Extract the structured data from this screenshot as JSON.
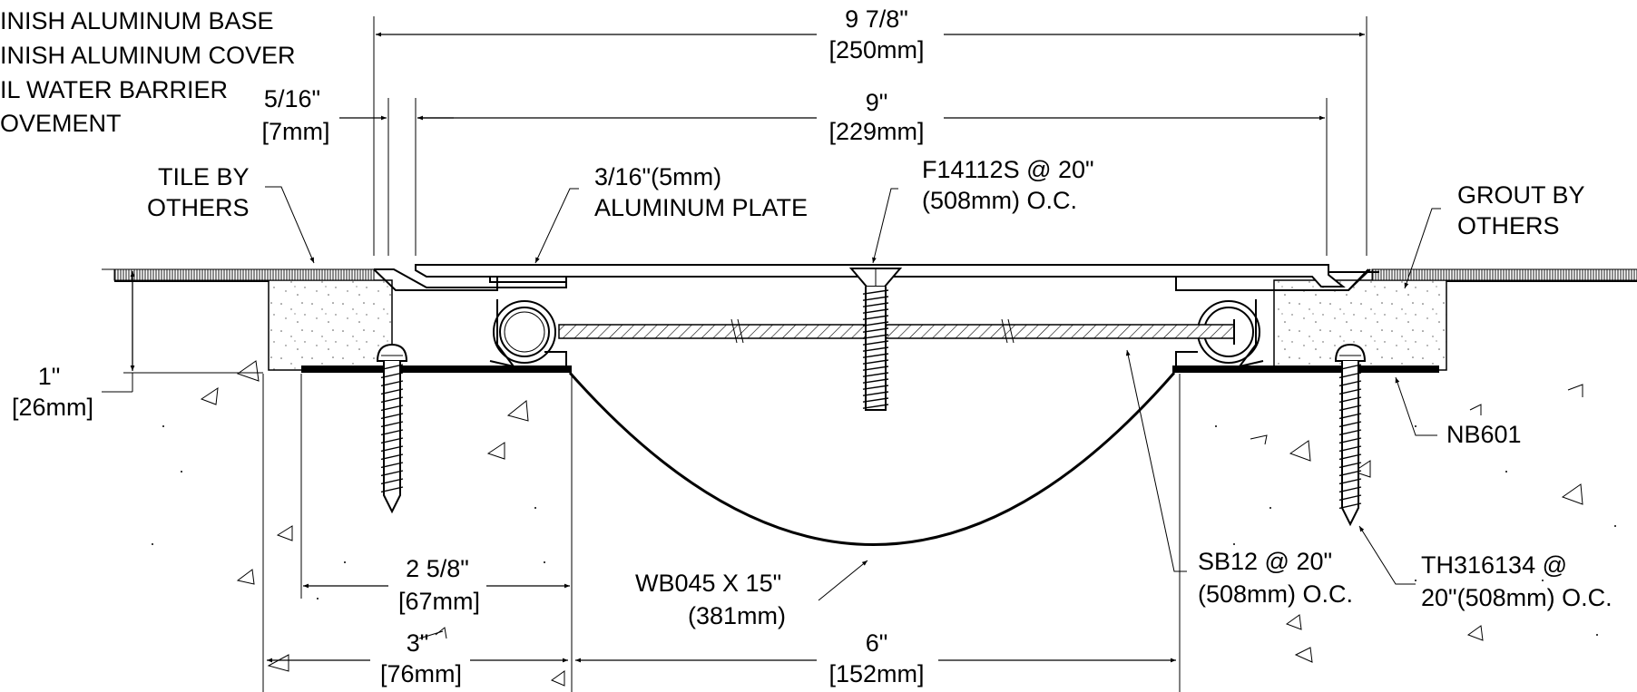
{
  "legend": {
    "line1": "INISH ALUMINUM BASE",
    "line2": "INISH ALUMINUM COVER",
    "line3": "IL WATER BARRIER",
    "line4": "OVEMENT"
  },
  "dimensions": {
    "overall": {
      "imperial": "9 7/8\"",
      "metric": "[250mm]"
    },
    "gap": {
      "imperial": "5/16\"",
      "metric": "[7mm]"
    },
    "inner": {
      "imperial": "9\"",
      "metric": "[229mm]"
    },
    "depth": {
      "imperial": "1\"",
      "metric": "[26mm]"
    },
    "flange": {
      "imperial": "2 5/8\"",
      "metric": "[67mm]"
    },
    "base_edge": {
      "imperial": "3\"",
      "metric": "[76mm]"
    },
    "opening": {
      "imperial": "6\"",
      "metric": "[152mm]"
    }
  },
  "callouts": {
    "tile": {
      "line1": "TILE BY",
      "line2": "OTHERS"
    },
    "plate": {
      "line1": "3/16\"(5mm)",
      "line2": "ALUMINUM PLATE"
    },
    "fastener": {
      "line1": "F14112S @ 20\"",
      "line2": "(508mm) O.C."
    },
    "grout": {
      "line1": "GROUT BY",
      "line2": "OTHERS"
    },
    "nb": {
      "line1": "NB601"
    },
    "barrier": {
      "line1": "WB045 X 15\"",
      "line2": "(381mm)"
    },
    "sb": {
      "line1": "SB12 @ 20\"",
      "line2": "(508mm) O.C."
    },
    "th": {
      "line1": "TH316134 @",
      "line2": "20\"(508mm) O.C."
    }
  },
  "colors": {
    "line": "#000000",
    "background": "#ffffff"
  }
}
